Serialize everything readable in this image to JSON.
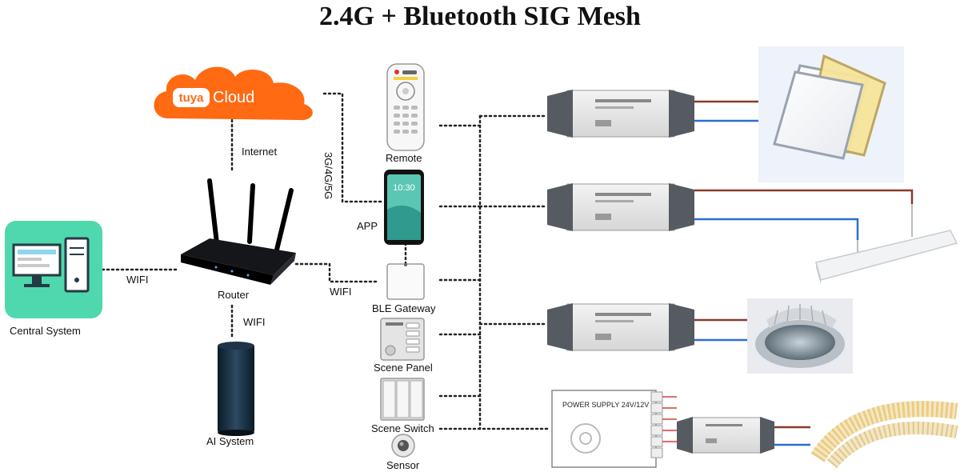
{
  "title": "2.4G + Bluetooth SIG Mesh",
  "cloud": {
    "brand": "tuya",
    "label": "Cloud",
    "color": "#ff6a13"
  },
  "links": {
    "internet": "Internet",
    "wifi": "WIFI",
    "cellular": "3G/4G/5G"
  },
  "nodes": {
    "central_system": "Central System",
    "router": "Router",
    "ai_system": "AI System",
    "remote": "Remote",
    "app": "APP",
    "phone_time": "10:30",
    "ble_gateway": "BLE Gateway",
    "scene_panel": "Scene Panel",
    "scene_switch": "Scene Switch",
    "sensor": "Sensor"
  },
  "power_supply": {
    "label": "POWER SUPPLY 24V/12V"
  },
  "colors": {
    "teal": "#4fd8ad",
    "wire_brown": "#8b3a2a",
    "wire_blue": "#2a6fd0",
    "dots": "#222222"
  }
}
